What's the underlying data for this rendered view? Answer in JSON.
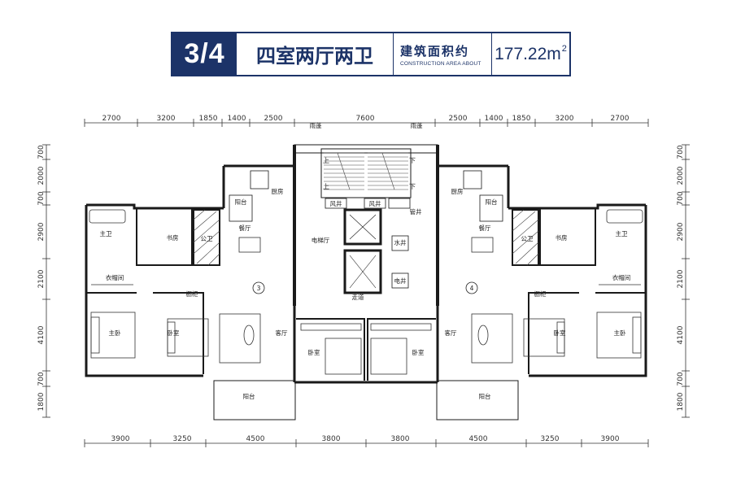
{
  "header": {
    "unit": "3/4",
    "layout": "四室两厅两卫",
    "area_label": "建筑面积约",
    "area_label_en": "CONSTRUCTION AREA ABOUT",
    "area_value": "177.22m",
    "area_unit_sup": "2"
  },
  "dimensions": {
    "top": [
      "2700",
      "3200",
      "1850",
      "1400",
      "2500",
      "7600",
      "2500",
      "1400",
      "1850",
      "3200",
      "2700"
    ],
    "bottom": [
      "3900",
      "3250",
      "4500",
      "3800",
      "3800",
      "4500",
      "3250",
      "3900"
    ],
    "left": [
      "700",
      "2000",
      "700",
      "2900",
      "2100",
      "4100",
      "700",
      "1800"
    ],
    "right": [
      "700",
      "2000",
      "700",
      "2900",
      "2100",
      "4100",
      "700",
      "1800"
    ]
  },
  "rooms": {
    "top_edge_left": "雨蓬",
    "top_edge_right": "雨蓬",
    "kitchen_left": "厨房",
    "kitchen_right": "厨房",
    "balcony_small_left": "阳台",
    "balcony_small_right": "阳台",
    "wind_well_1": "风井",
    "wind_well_2": "风井",
    "shaft_well": "管井",
    "elevator_hall": "电梯厅",
    "water_well": "水井",
    "electric_well": "电井",
    "corridor": "走道",
    "master_bath_left": "主卫",
    "master_bath_right": "主卫",
    "study_left": "书房",
    "study_right": "书房",
    "public_bath_left": "公卫",
    "public_bath_right": "公卫",
    "dining_left": "餐厅",
    "dining_right": "餐厅",
    "closet_left": "衣帽间",
    "closet_right": "衣帽间",
    "unit_left_no": "3",
    "unit_right_no": "4",
    "master_bed_left": "主卧",
    "master_bed_right": "主卧",
    "bed_left": "卧室",
    "bed_right": "卧室",
    "living_left": "客厅",
    "living_right": "客厅",
    "bed_center_left": "卧室",
    "bed_center_right": "卧室",
    "balcony_big_left": "阳台",
    "balcony_big_right": "阳台",
    "cabinet_left": "橱柜",
    "cabinet_right": "橱柜"
  },
  "stair_marks": {
    "up": "上",
    "down": "下",
    "up2": "上",
    "down2": "下"
  },
  "colors": {
    "brand": "#1c3368",
    "wall": "#1a1a1a",
    "line": "#333333"
  }
}
